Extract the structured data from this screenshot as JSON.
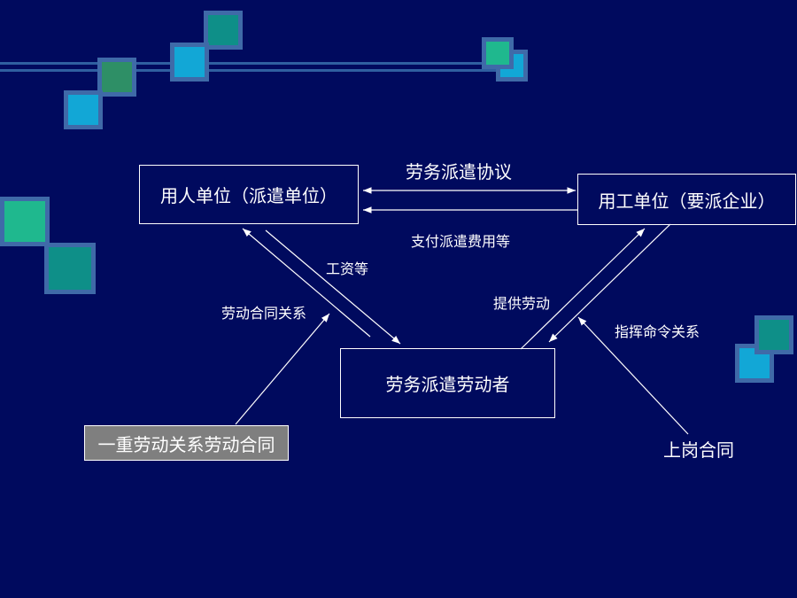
{
  "nodes": {
    "employer": "用人单位（派遣单位）",
    "user_unit": "用工单位（要派企业）",
    "worker": "劳务派遣劳动者",
    "labor_contract": "一重劳动关系劳动合同",
    "post_contract": "上岗合同"
  },
  "edges": {
    "agreement": "劳务派遣协议",
    "pay_fee": "支付派遣费用等",
    "wages": "工资等",
    "labor_relation": "劳动合同关系",
    "provide_labor": "提供劳动",
    "command_relation": "指挥命令关系"
  },
  "colors": {
    "background": "#000a5e",
    "line": "#ffffff",
    "deco_frame": "#3f6aa8",
    "deco_teal": "#0e8f88",
    "deco_green": "#1fb88e",
    "deco_blue": "#12a7d6",
    "deco_olive": "#2e8f66",
    "highlight_box": "#7f7f7f"
  }
}
